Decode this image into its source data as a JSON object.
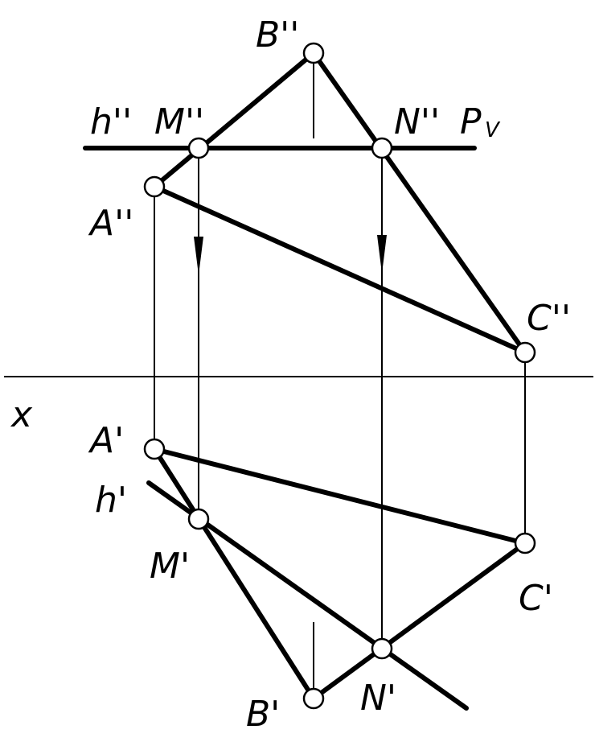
{
  "labels": {
    "B2": "B''",
    "h2": "h''",
    "M2": "M''",
    "N2": "N''",
    "P": "P",
    "P_sub": "V",
    "A2": "A''",
    "C2": "C''",
    "x": "x",
    "A1": "A'",
    "h1": "h'",
    "M1": "M'",
    "C1": "C'",
    "B1": "B'",
    "N1": "N'"
  }
}
